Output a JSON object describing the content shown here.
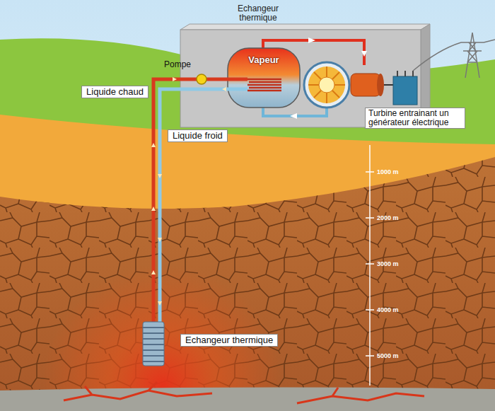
{
  "diagram": {
    "nodes": [
      {
        "text": [
          "Vapeur"
        ]
      },
      {
        "text": [
          "Liquide chaud"
        ]
      },
      {
        "text": [
          "Turbine entrainant un générateur électrique"
        ]
      },
      {
        "text": [
          "Liquide froid"
        ]
      },
      {
        "text": [
          "Echangeur thermique"
        ]
      }
    ],
    "labels": [
      "Echangeur thermique",
      "Pompe",
      "1000 m",
      "2000 m",
      "3000 m",
      "4000 m",
      "5000 m"
    ]
  }
}
